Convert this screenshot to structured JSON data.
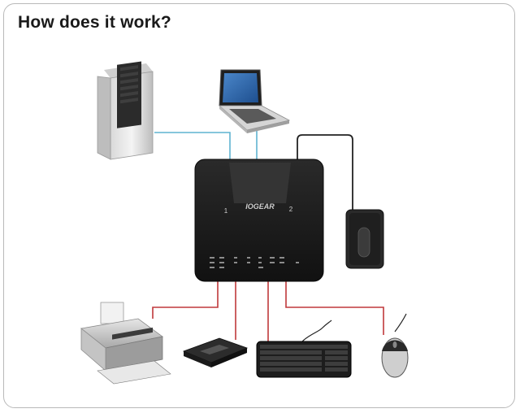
{
  "title": "How does it work?",
  "switch": {
    "brand": "IOGEAR",
    "port_1": "1",
    "port_2": "2"
  },
  "devices": {
    "top": [
      "desktop-computer",
      "laptop"
    ],
    "bottom": [
      "printer",
      "external-hard-drive",
      "keyboard",
      "mouse"
    ],
    "right": [
      "external-device"
    ]
  },
  "colors": {
    "computer_cable": "#5fb3d1",
    "usb_cable": "#c0393b",
    "device_cable": "#222222",
    "switch_body": "#1c1c1c"
  }
}
